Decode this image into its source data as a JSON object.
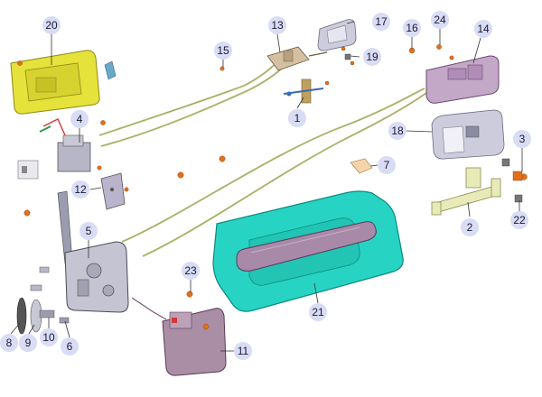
{
  "diagram": {
    "type": "exploded-parts-view",
    "palette": {
      "callout_fill": "#d9dcf5",
      "callout_text": "#1a1a2e",
      "leader": "#333333",
      "cable": "#c8cc8a",
      "bolt": "#e0701c",
      "outer_handle_base": "#27d4c4",
      "handle_bar": "#a88aa8",
      "inner_handle": "#ccccdc",
      "trim_yellow": "#e6e23c",
      "lock_metal": "#b6b6c6",
      "latch_purple": "#a98ea6"
    },
    "callouts": [
      {
        "id": "c1",
        "label": "1"
      },
      {
        "id": "c2",
        "label": "2"
      },
      {
        "id": "c3",
        "label": "3"
      },
      {
        "id": "c4",
        "label": "4"
      },
      {
        "id": "c5",
        "label": "5"
      },
      {
        "id": "c6",
        "label": "6"
      },
      {
        "id": "c7",
        "label": "7"
      },
      {
        "id": "c8",
        "label": "8"
      },
      {
        "id": "c9",
        "label": "9"
      },
      {
        "id": "c10",
        "label": "10"
      },
      {
        "id": "c11",
        "label": "11"
      },
      {
        "id": "c12",
        "label": "12"
      },
      {
        "id": "c13",
        "label": "13"
      },
      {
        "id": "c14",
        "label": "14"
      },
      {
        "id": "c15",
        "label": "15"
      },
      {
        "id": "c16",
        "label": "16"
      },
      {
        "id": "c17",
        "label": "17"
      },
      {
        "id": "c18",
        "label": "18"
      },
      {
        "id": "c19",
        "label": "19"
      },
      {
        "id": "c20",
        "label": "20"
      },
      {
        "id": "c21",
        "label": "21"
      },
      {
        "id": "c22",
        "label": "22"
      },
      {
        "id": "c23",
        "label": "23"
      },
      {
        "id": "c24",
        "label": "24"
      }
    ]
  }
}
